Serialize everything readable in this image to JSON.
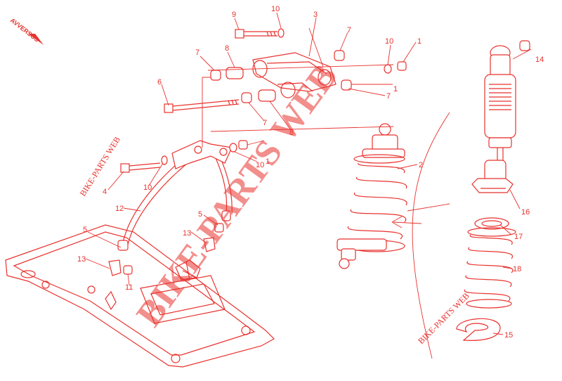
{
  "direction_label": "AVVERSUS",
  "watermarks": {
    "large": "BIKE-PARTS WEB",
    "small_left": "BIKE-PARTS WEB",
    "small_right": "BIKE-PARTS WEB"
  },
  "callouts": [
    {
      "id": "c1a",
      "text": "1"
    },
    {
      "id": "c1b",
      "text": "1"
    },
    {
      "id": "c1c",
      "text": "1"
    },
    {
      "id": "c2",
      "text": "2"
    },
    {
      "id": "c3",
      "text": "3"
    },
    {
      "id": "c4",
      "text": "4"
    },
    {
      "id": "c5a",
      "text": "5"
    },
    {
      "id": "c5b",
      "text": "5"
    },
    {
      "id": "c6",
      "text": "6"
    },
    {
      "id": "c7a",
      "text": "7"
    },
    {
      "id": "c7b",
      "text": "7"
    },
    {
      "id": "c7c",
      "text": "7"
    },
    {
      "id": "c7d",
      "text": "7"
    },
    {
      "id": "c8a",
      "text": "8"
    },
    {
      "id": "c8b",
      "text": "8"
    },
    {
      "id": "c9",
      "text": "9"
    },
    {
      "id": "c10a",
      "text": "10"
    },
    {
      "id": "c10b",
      "text": "10"
    },
    {
      "id": "c10c",
      "text": "10"
    },
    {
      "id": "c10d",
      "text": "10"
    },
    {
      "id": "c11",
      "text": "11"
    },
    {
      "id": "c12",
      "text": "12"
    },
    {
      "id": "c13a",
      "text": "13"
    },
    {
      "id": "c13b",
      "text": "13"
    },
    {
      "id": "c14",
      "text": "14"
    },
    {
      "id": "c15",
      "text": "15"
    },
    {
      "id": "c16",
      "text": "16"
    },
    {
      "id": "c17",
      "text": "17"
    },
    {
      "id": "c18",
      "text": "18"
    }
  ],
  "colors": {
    "line": "#e8322e",
    "background": "#ffffff"
  }
}
